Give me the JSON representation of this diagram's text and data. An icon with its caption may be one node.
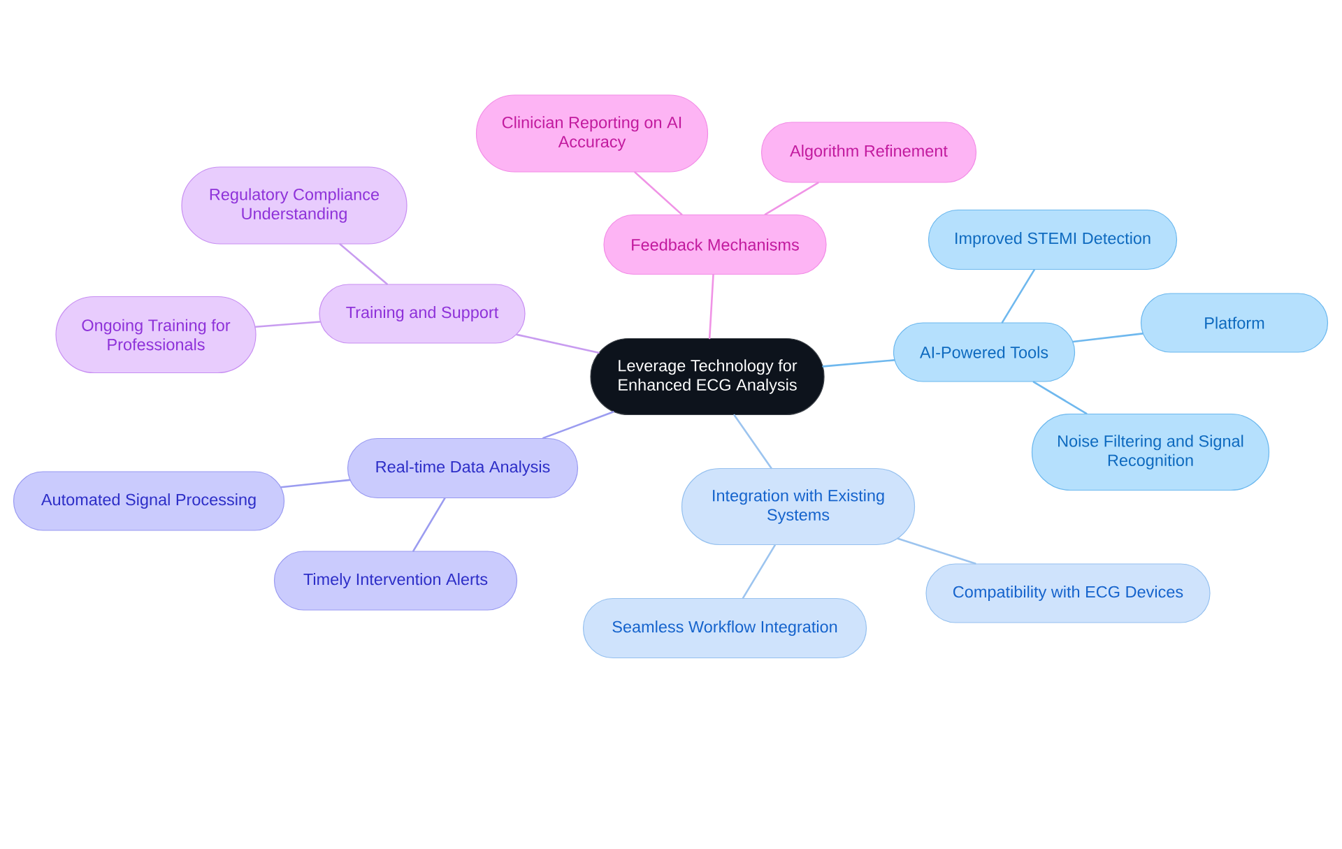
{
  "diagram": {
    "nodes": [
      {
        "text": [
          "Leverage Technology for Enhanced ECG Analysis"
        ]
      },
      {
        "text": [
          "Feedback Mechanisms"
        ]
      },
      {
        "text": [
          "Clinician Reporting on AI Accuracy"
        ]
      },
      {
        "text": [
          "Algorithm Refinement"
        ]
      },
      {
        "text": [
          "Training and Support"
        ]
      },
      {
        "text": [
          "Regulatory Compliance Understanding"
        ]
      },
      {
        "text": [
          "Ongoing Training for Professionals"
        ]
      },
      {
        "text": [
          "AI-Powered Tools"
        ]
      },
      {
        "text": [
          "Improved STEMI Detection"
        ]
      },
      {
        "text": [
          "Platform"
        ]
      },
      {
        "text": [
          "Noise Filtering and Signal Recognition"
        ]
      },
      {
        "text": [
          "Real-time Data Analysis"
        ]
      },
      {
        "text": [
          "Automated Signal Processing"
        ]
      },
      {
        "text": [
          "Timely Intervention Alerts"
        ]
      },
      {
        "text": [
          "Integration with Existing Systems"
        ]
      },
      {
        "text": [
          "Seamless Workflow Integration"
        ]
      },
      {
        "text": [
          "Compatibility with ECG Devices"
        ]
      }
    ],
    "edges": [
      {
        "from": 0,
        "to": 1,
        "arrow": "none",
        "color": "#f093e6"
      },
      {
        "from": 1,
        "to": 2,
        "arrow": "none",
        "color": "#f093e6"
      },
      {
        "from": 1,
        "to": 3,
        "arrow": "none",
        "color": "#f093e6"
      },
      {
        "from": 0,
        "to": 4,
        "arrow": "none",
        "color": "#c89cf0"
      },
      {
        "from": 4,
        "to": 5,
        "arrow": "none",
        "color": "#c89cf0"
      },
      {
        "from": 4,
        "to": 6,
        "arrow": "none",
        "color": "#c89cf0"
      },
      {
        "from": 0,
        "to": 7,
        "arrow": "none",
        "color": "#6fb8ee"
      },
      {
        "from": 7,
        "to": 8,
        "arrow": "none",
        "color": "#6fb8ee"
      },
      {
        "from": 7,
        "to": 9,
        "arrow": "none",
        "color": "#6fb8ee"
      },
      {
        "from": 7,
        "to": 10,
        "arrow": "none",
        "color": "#6fb8ee"
      },
      {
        "from": 0,
        "to": 11,
        "arrow": "none",
        "color": "#9b9cf0"
      },
      {
        "from": 11,
        "to": 12,
        "arrow": "none",
        "color": "#9b9cf0"
      },
      {
        "from": 11,
        "to": 13,
        "arrow": "none",
        "color": "#9b9cf0"
      },
      {
        "from": 0,
        "to": 14,
        "arrow": "none",
        "color": "#9cc4ef"
      },
      {
        "from": 14,
        "to": 15,
        "arrow": "none",
        "color": "#9cc4ef"
      },
      {
        "from": 14,
        "to": 16,
        "arrow": "none",
        "color": "#9cc4ef"
      }
    ]
  }
}
